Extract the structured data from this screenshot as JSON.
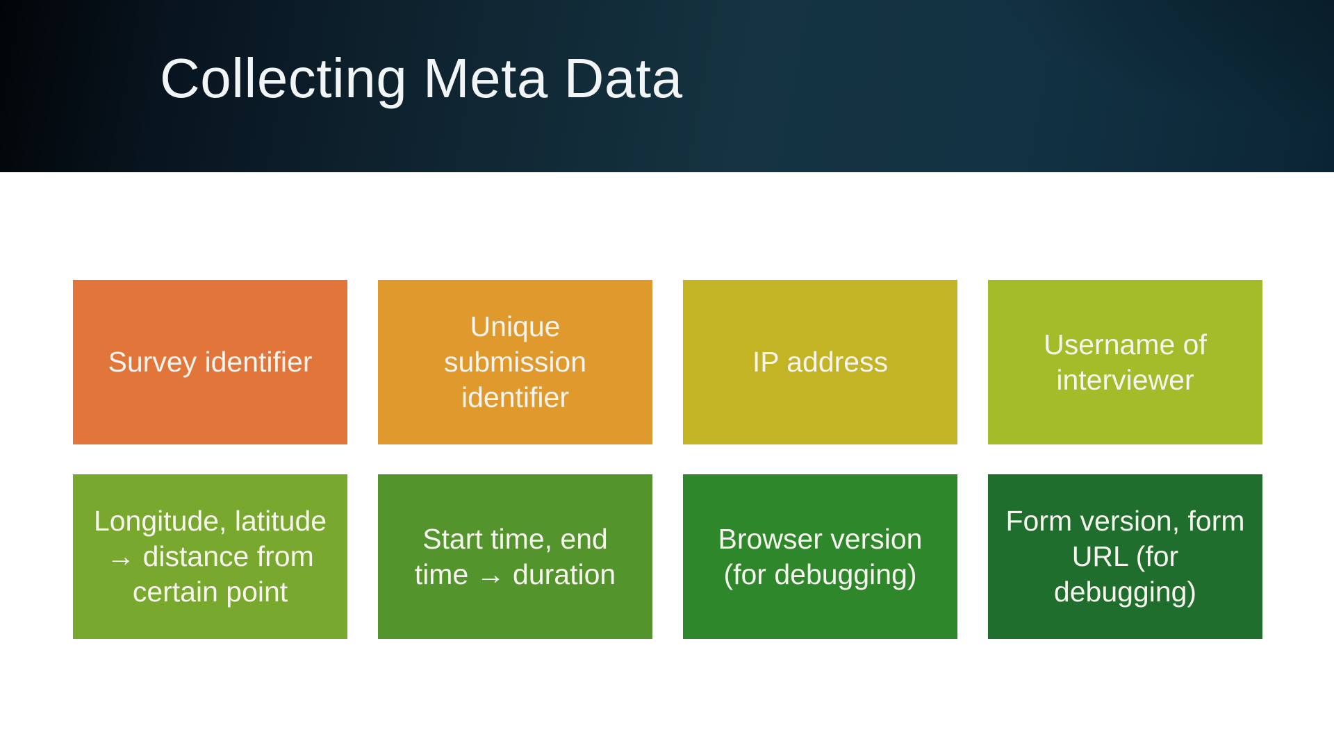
{
  "slide": {
    "title": "Collecting Meta Data",
    "header": {
      "gradient_left": "#020508",
      "gradient_mid": "#153341",
      "gradient_right": "#0b2433",
      "title_color": "#f2f5f6"
    },
    "box_text_color": "#f7f4ef",
    "boxes": [
      {
        "label": "Survey identifier",
        "lines": "Survey identifier",
        "color": "#e2763a"
      },
      {
        "label": "Unique submission identifier",
        "lines": "Unique\nsubmission\nidentifier",
        "color": "#e0992d"
      },
      {
        "label": "IP address",
        "lines": "IP address",
        "color": "#c2b424"
      },
      {
        "label": "Username of interviewer",
        "lines": "Username of\ninterviewer",
        "color": "#a4bc29"
      },
      {
        "label": "Longitude, latitude → distance from certain point",
        "lines": "Longitude, latitude\n→ distance from\ncertain point",
        "color": "#79a82f"
      },
      {
        "label": "Start time, end time → duration",
        "lines": "Start time, end\ntime → duration",
        "color": "#53952c"
      },
      {
        "label": "Browser version (for debugging)",
        "lines": "Browser version\n(for debugging)",
        "color": "#2e882b"
      },
      {
        "label": "Form version, form URL (for debugging)",
        "lines": "Form version, form\nURL (for\ndebugging)",
        "color": "#1f6e2d"
      }
    ]
  }
}
